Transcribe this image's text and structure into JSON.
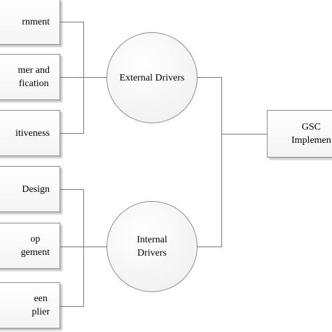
{
  "diagram": {
    "left_boxes": [
      {
        "label": "rnment"
      },
      {
        "label": "mer and\nfication"
      },
      {
        "label": "itiveness"
      },
      {
        "label": "Design"
      },
      {
        "label": "op\ngement"
      },
      {
        "label": "een\nplier"
      }
    ],
    "drivers": {
      "external": "External Drivers",
      "internal": "Internal\nDrivers"
    },
    "result": "GSC\nImplemen"
  },
  "colors": {
    "border": "#8c8c8c",
    "line": "#7a7a7a",
    "fill": "#f4f4f4"
  }
}
